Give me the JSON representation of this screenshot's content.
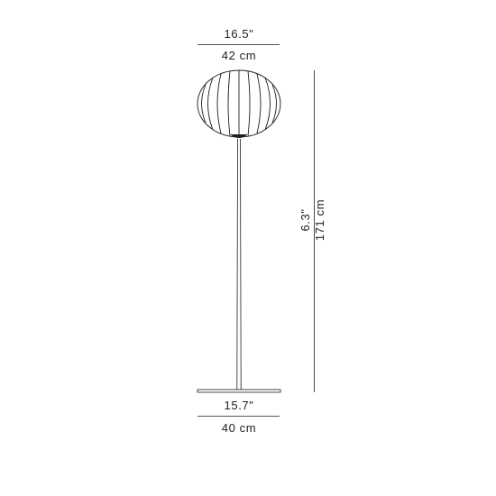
{
  "shade_width": {
    "imperial": "16.5\"",
    "metric": "42 cm"
  },
  "height": {
    "imperial": "6.3\"",
    "metric": "171 cm"
  },
  "base_width": {
    "imperial": "15.7\"",
    "metric": "40 cm"
  },
  "colors": {
    "line": "#1e1e1e",
    "background": "#ffffff"
  }
}
